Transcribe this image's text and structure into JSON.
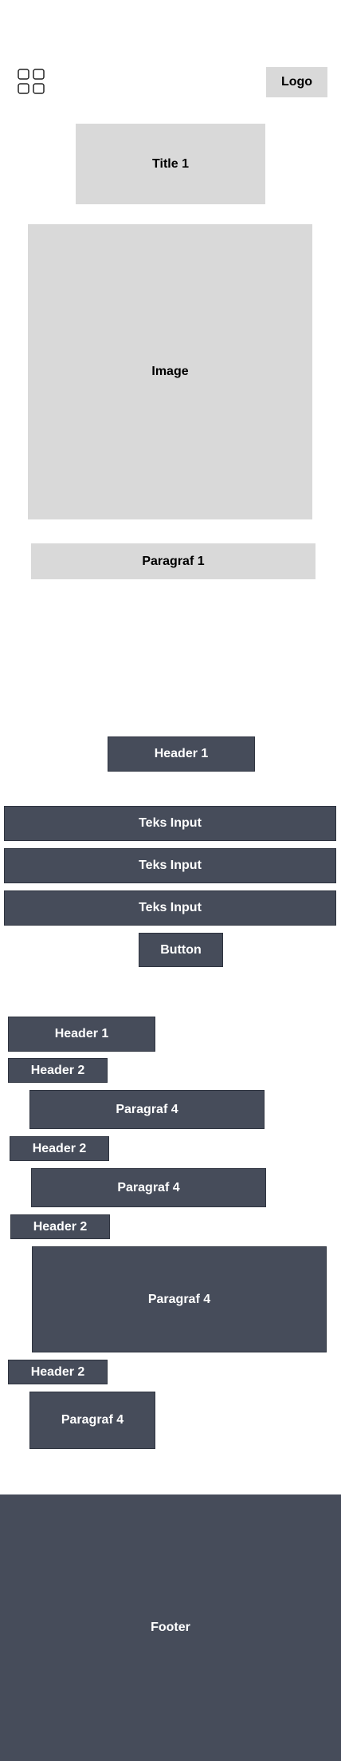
{
  "header": {
    "menu_icon": "grid-icon",
    "logo": "Logo"
  },
  "hero": {
    "title": "Title 1",
    "image": "Image",
    "paragraph": "Paragraf 1"
  },
  "form": {
    "header": "Header 1",
    "inputs": [
      "Teks Input",
      "Teks Input",
      "Teks Input"
    ],
    "button": "Button"
  },
  "content": {
    "header1": "Header 1",
    "sections": [
      {
        "header": "Header 2",
        "paragraph": "Paragraf 4"
      },
      {
        "header": "Header 2",
        "paragraph": "Paragraf 4"
      },
      {
        "header": "Header 2",
        "paragraph": "Paragraf 4"
      },
      {
        "header": "Header 2",
        "paragraph": "Paragraf 4"
      }
    ]
  },
  "footer": {
    "label": "Footer"
  },
  "colors": {
    "light_block": "#d9d9d9",
    "dark_block": "#464c5a",
    "background": "#ffffff"
  }
}
